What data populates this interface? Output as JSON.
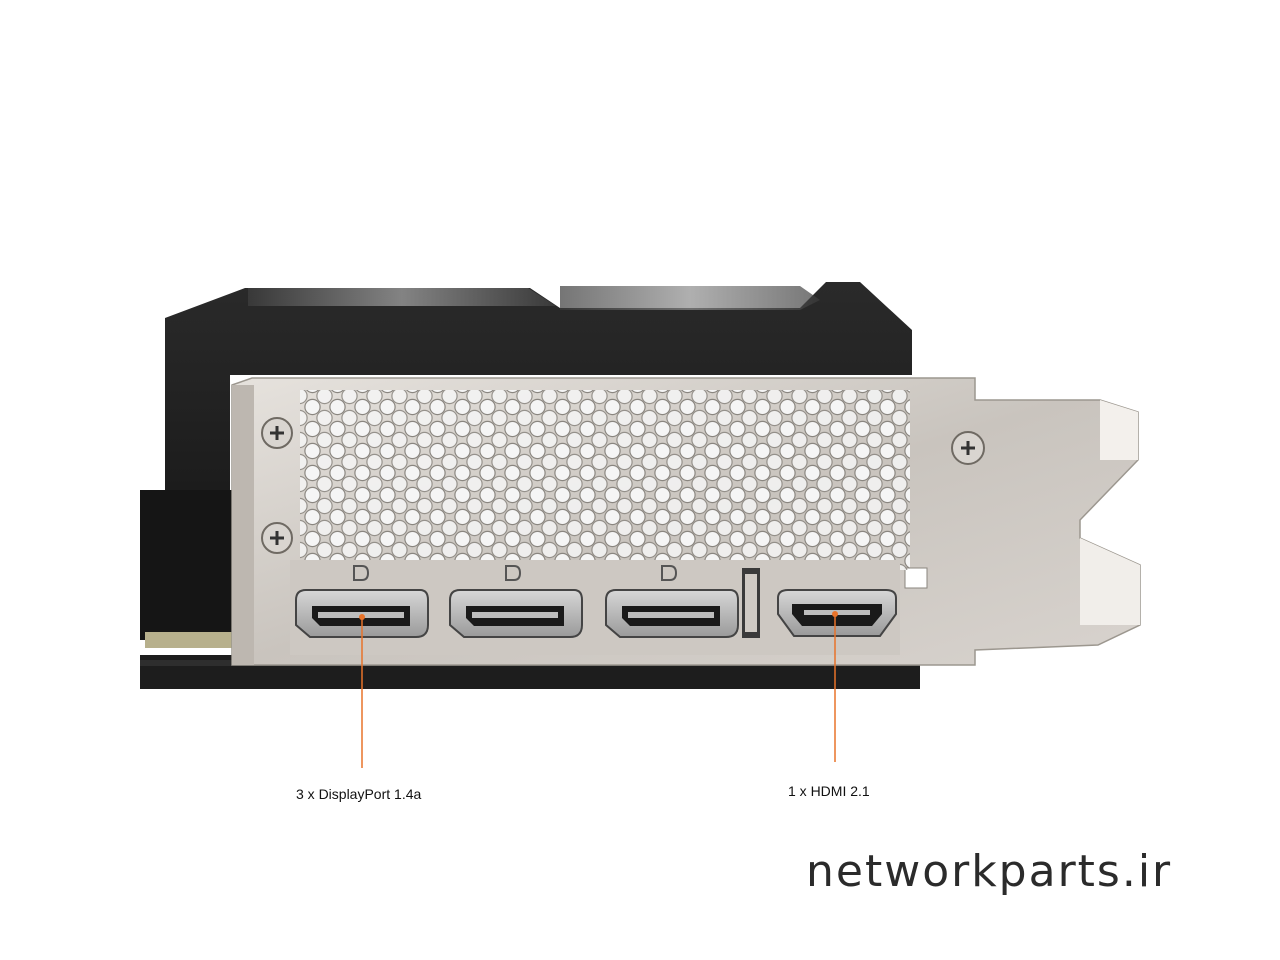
{
  "callouts": {
    "displayport": "3 x DisplayPort 1.4a",
    "hdmi": "1 x HDMI 2.1"
  },
  "watermark": "networkparts.ir",
  "colors": {
    "callout_line": "#e8732a",
    "bracket": "#cfcac4",
    "shroud": "#1c1c1c",
    "text": "#111111",
    "watermark": "#2b2b2b"
  },
  "icons": {
    "port_connector": "displayport-port-icon",
    "hdmi_connector": "hdmi-port-icon",
    "screw": "screw-icon"
  }
}
